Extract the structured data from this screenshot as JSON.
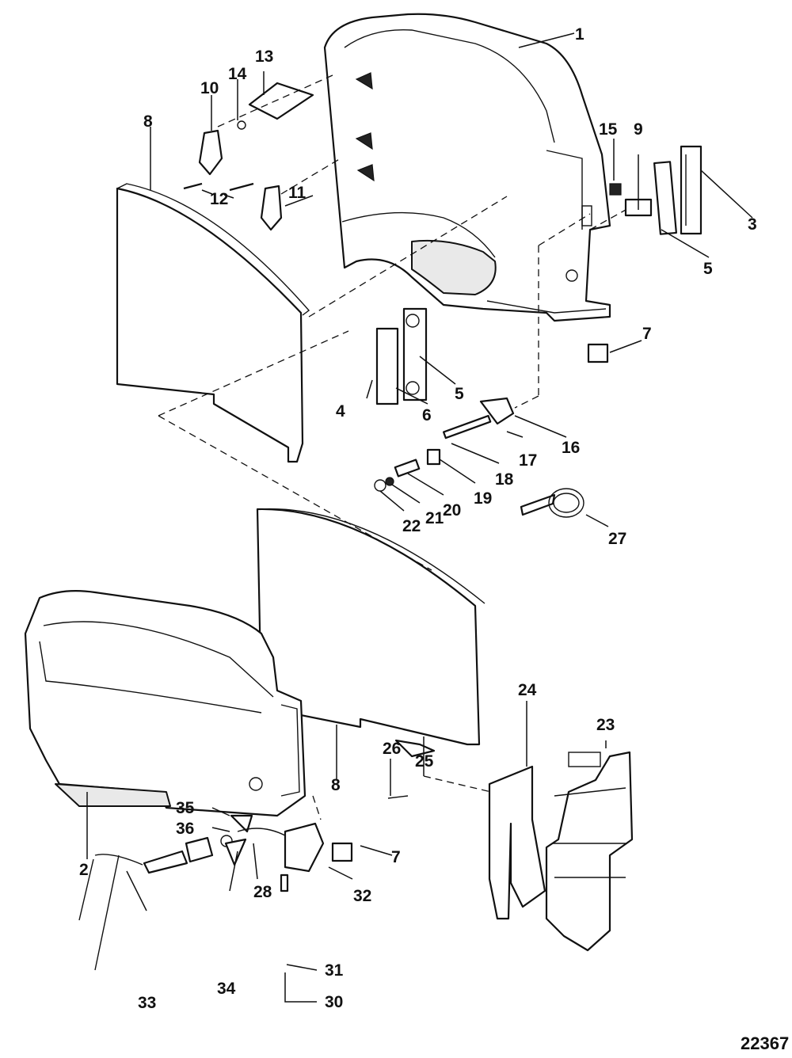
{
  "figure_number": "22367",
  "callouts": {
    "c1": "1",
    "c2": "2",
    "c3": "3",
    "c4": "4",
    "c5a": "5",
    "c5b": "5",
    "c6": "6",
    "c7a": "7",
    "c7b": "7",
    "c8a": "8",
    "c8b": "8",
    "c9": "9",
    "c10": "10",
    "c11": "11",
    "c12": "12",
    "c13": "13",
    "c14": "14",
    "c15": "15",
    "c16": "16",
    "c17": "17",
    "c18": "18",
    "c19": "19",
    "c20": "20",
    "c21": "21",
    "c22": "22",
    "c23": "23",
    "c24": "24",
    "c25": "25",
    "c26": "26",
    "c27": "27",
    "c28": "28",
    "c30": "30",
    "c31": "31",
    "c32": "32",
    "c33": "33",
    "c34": "34",
    "c35": "35",
    "c36": "36"
  }
}
